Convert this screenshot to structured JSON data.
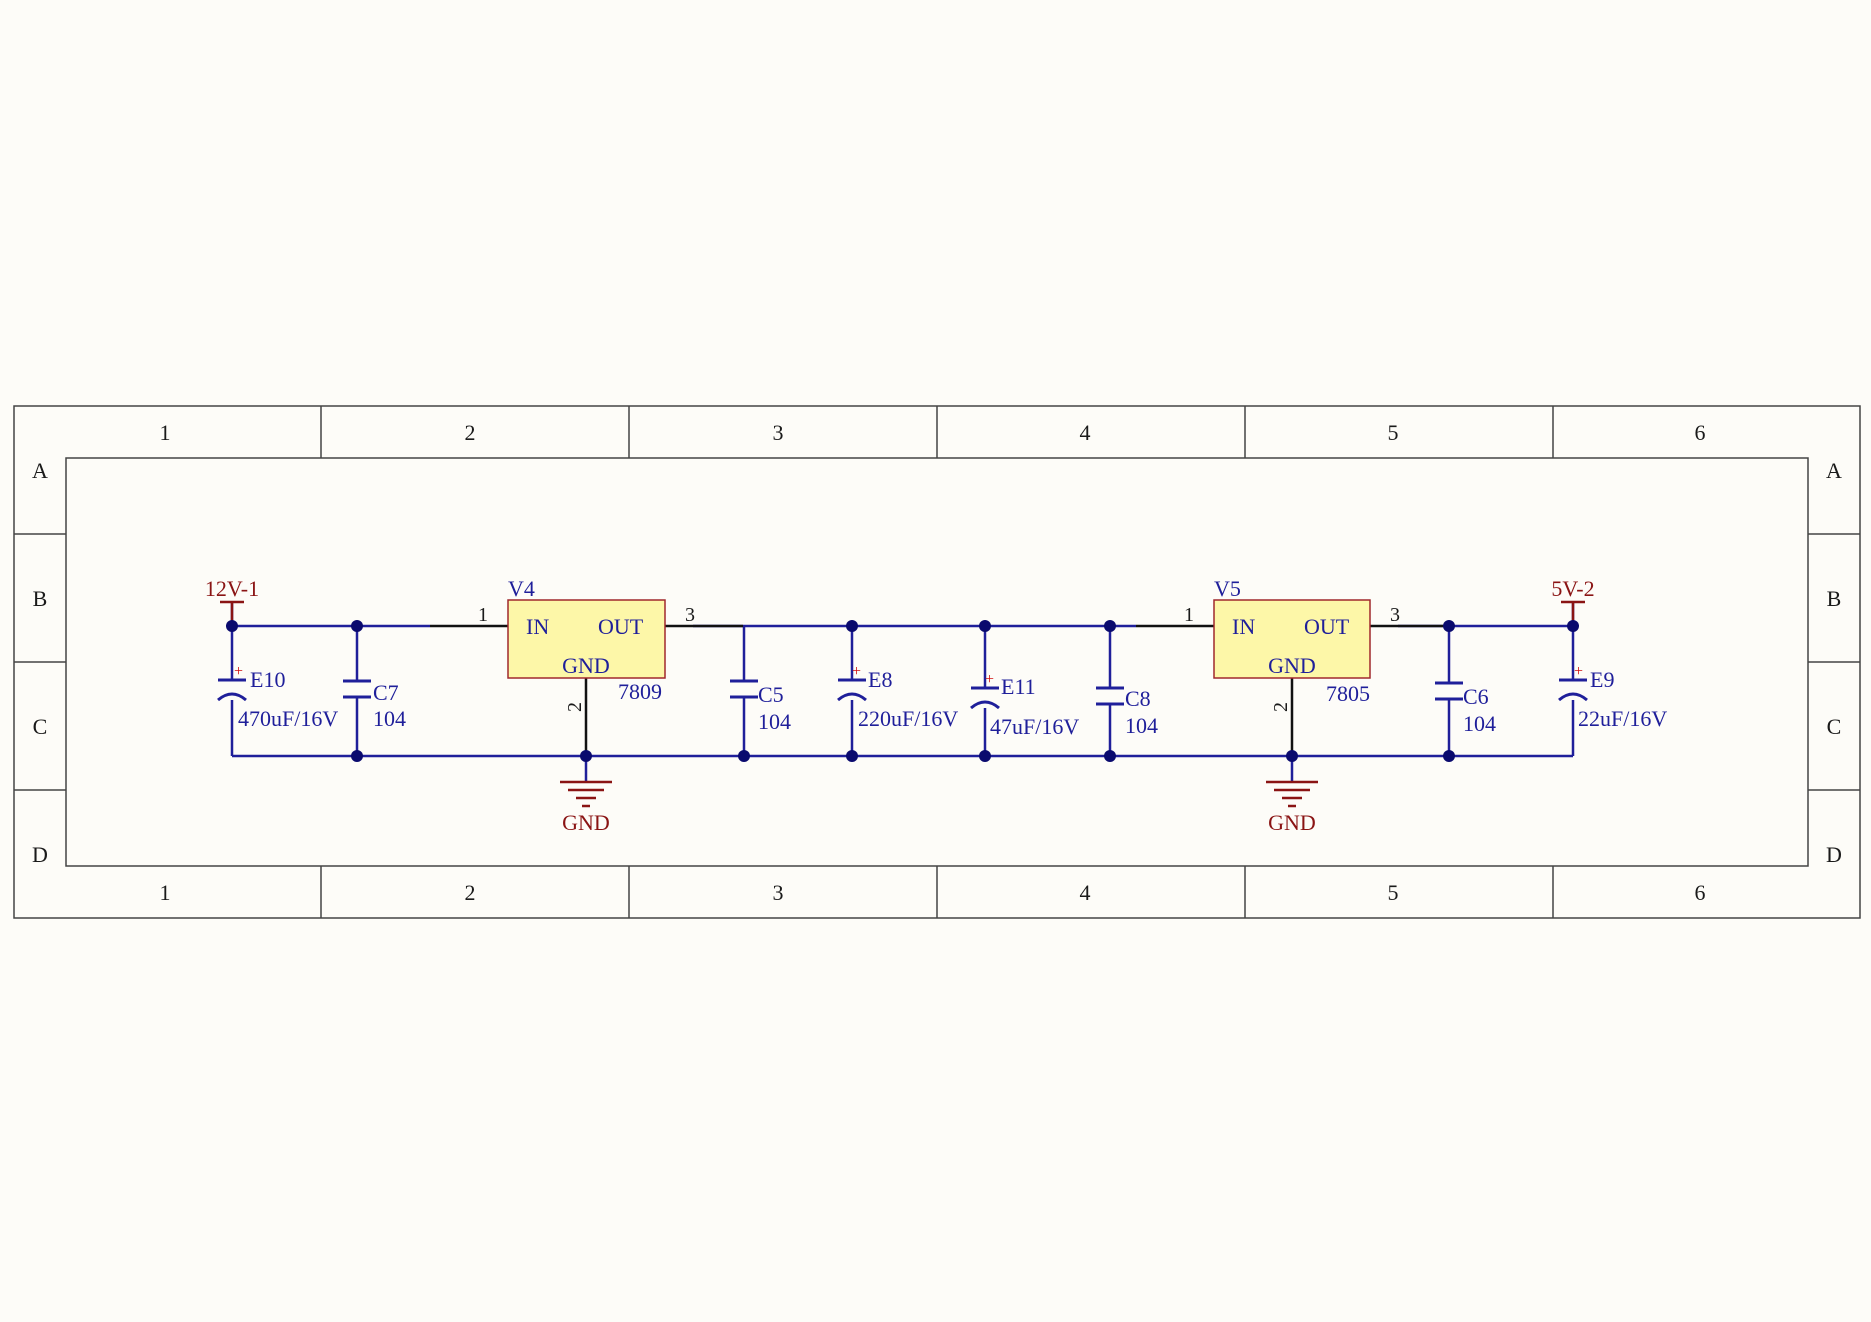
{
  "frame": {
    "columns": [
      "1",
      "2",
      "3",
      "4",
      "5",
      "6"
    ],
    "rows": [
      "A",
      "B",
      "C",
      "D"
    ]
  },
  "power_ports": {
    "input": "12V-1",
    "output": "5V-2",
    "ground_left": "GND",
    "ground_right": "GND"
  },
  "regulators": [
    {
      "ref": "V4",
      "part": "7809",
      "in_label": "IN",
      "out_label": "OUT",
      "gnd_label": "GND",
      "pin_in": "1",
      "pin_gnd": "2",
      "pin_out": "3"
    },
    {
      "ref": "V5",
      "part": "7805",
      "in_label": "IN",
      "out_label": "OUT",
      "gnd_label": "GND",
      "pin_in": "1",
      "pin_gnd": "2",
      "pin_out": "3"
    }
  ],
  "capacitors": [
    {
      "ref": "E10",
      "value": "470uF/16V",
      "polarized": true,
      "plus": "+"
    },
    {
      "ref": "C7",
      "value": "104",
      "polarized": false
    },
    {
      "ref": "C5",
      "value": "104",
      "polarized": false
    },
    {
      "ref": "E8",
      "value": "220uF/16V",
      "polarized": true,
      "plus": "+"
    },
    {
      "ref": "E11",
      "value": "47uF/16V",
      "polarized": true,
      "plus": "+"
    },
    {
      "ref": "C8",
      "value": "104",
      "polarized": false
    },
    {
      "ref": "C6",
      "value": "104",
      "polarized": false
    },
    {
      "ref": "E9",
      "value": "22uF/16V",
      "polarized": true,
      "plus": "+"
    }
  ],
  "colors": {
    "wire": "#1f1f9a",
    "junction": "#0a0a6e",
    "chip_fill": "#fdf7a8",
    "chip_border": "#a0282c",
    "power_text": "#8a1414",
    "frame_line": "#444444"
  }
}
